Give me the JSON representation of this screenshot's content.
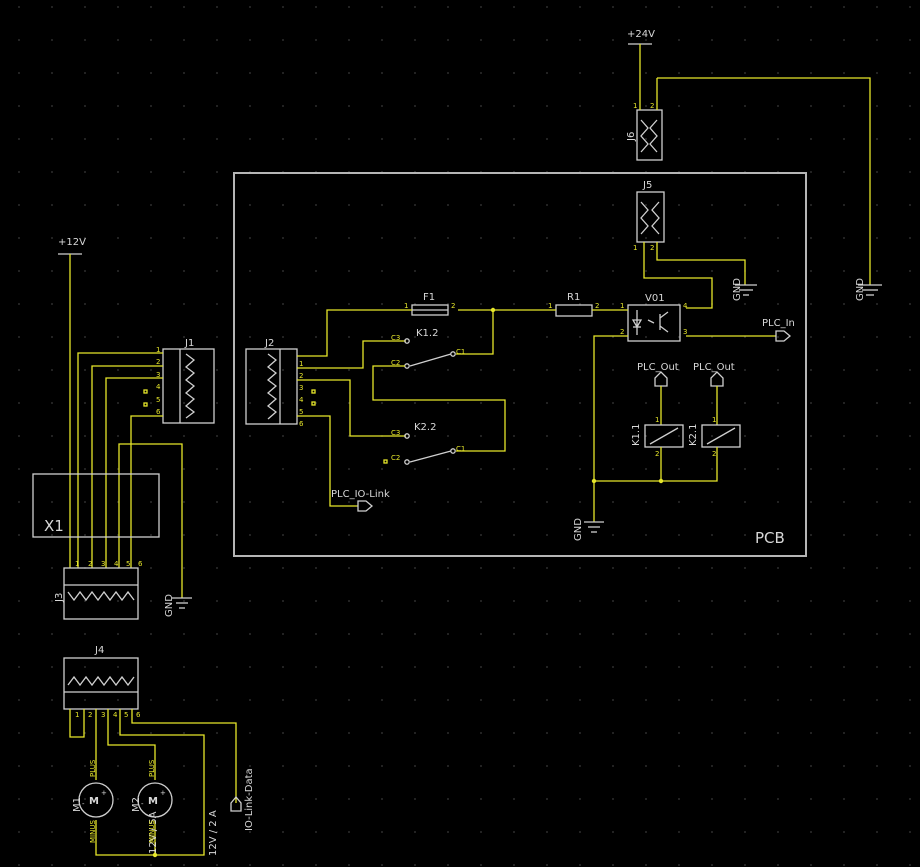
{
  "supplies": {
    "v24": "+24V",
    "v12": "+12V",
    "gnd": "GND"
  },
  "board": {
    "label": "PCB"
  },
  "connectors": {
    "j1": "J1",
    "j2": "J2",
    "j3": "J3",
    "j4": "J4",
    "j5": "J5",
    "j6": "J6",
    "x1": "X1",
    "j1_pins": [
      "1",
      "2",
      "3",
      "4",
      "5",
      "6"
    ],
    "j2_pins": [
      "1",
      "2",
      "3",
      "4",
      "5",
      "6"
    ],
    "j3_pins": [
      "1",
      "2",
      "3",
      "4",
      "5",
      "6"
    ],
    "j4_pins": [
      "1",
      "2",
      "3",
      "4",
      "5",
      "6"
    ],
    "j5_pins": [
      "1",
      "2"
    ],
    "j6_pins": [
      "1",
      "2"
    ]
  },
  "parts": {
    "fuse": "F1",
    "resistor": "R1",
    "optocoupler": "V01",
    "switch1": "K1.2",
    "switch2": "K2.2",
    "coil1": "K1.1",
    "coil2": "K2.1",
    "motor1": "M1",
    "motor2": "M2",
    "motor1_rating": "12V / 5A",
    "motor2_rating": "12V / 2 A",
    "motor_glyph": "M",
    "plus_label": "PLUS",
    "minus_label": "MINUS",
    "contact_c3": "C3",
    "contact_c2": "C2",
    "contact_c1": "C1",
    "pin1": "1",
    "pin2": "2",
    "pin3": "3",
    "pin4": "4"
  },
  "nets": {
    "plc_in": "PLC_In",
    "plc_out_1": "PLC_Out",
    "plc_out_2": "PLC_Out",
    "plc_io_link": "PLC_IO-Link",
    "io_link_data": "IO-Link-Data"
  },
  "colors": {
    "background": "#000000",
    "wire": "#e6e62a",
    "component": "#cfcfcf"
  }
}
